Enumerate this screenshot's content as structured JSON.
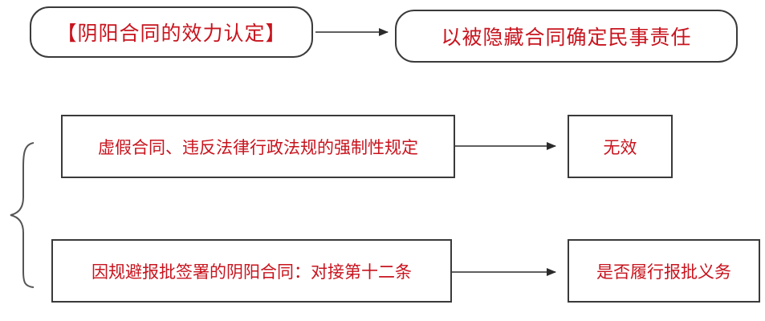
{
  "diagram": {
    "top_title": "【阴阳合同的效力认定】",
    "top_result": "以被隐藏合同确定民事责任",
    "case1_condition": "虚假合同、违反法律行政法规的强制性规定",
    "case1_result": "无效",
    "case2_condition": "因规避报批签署的阴阳合同：对接第十二条",
    "case2_result": "是否履行报批义务"
  },
  "colors": {
    "text": "#c8141e",
    "stroke": "#3a3a3a"
  }
}
